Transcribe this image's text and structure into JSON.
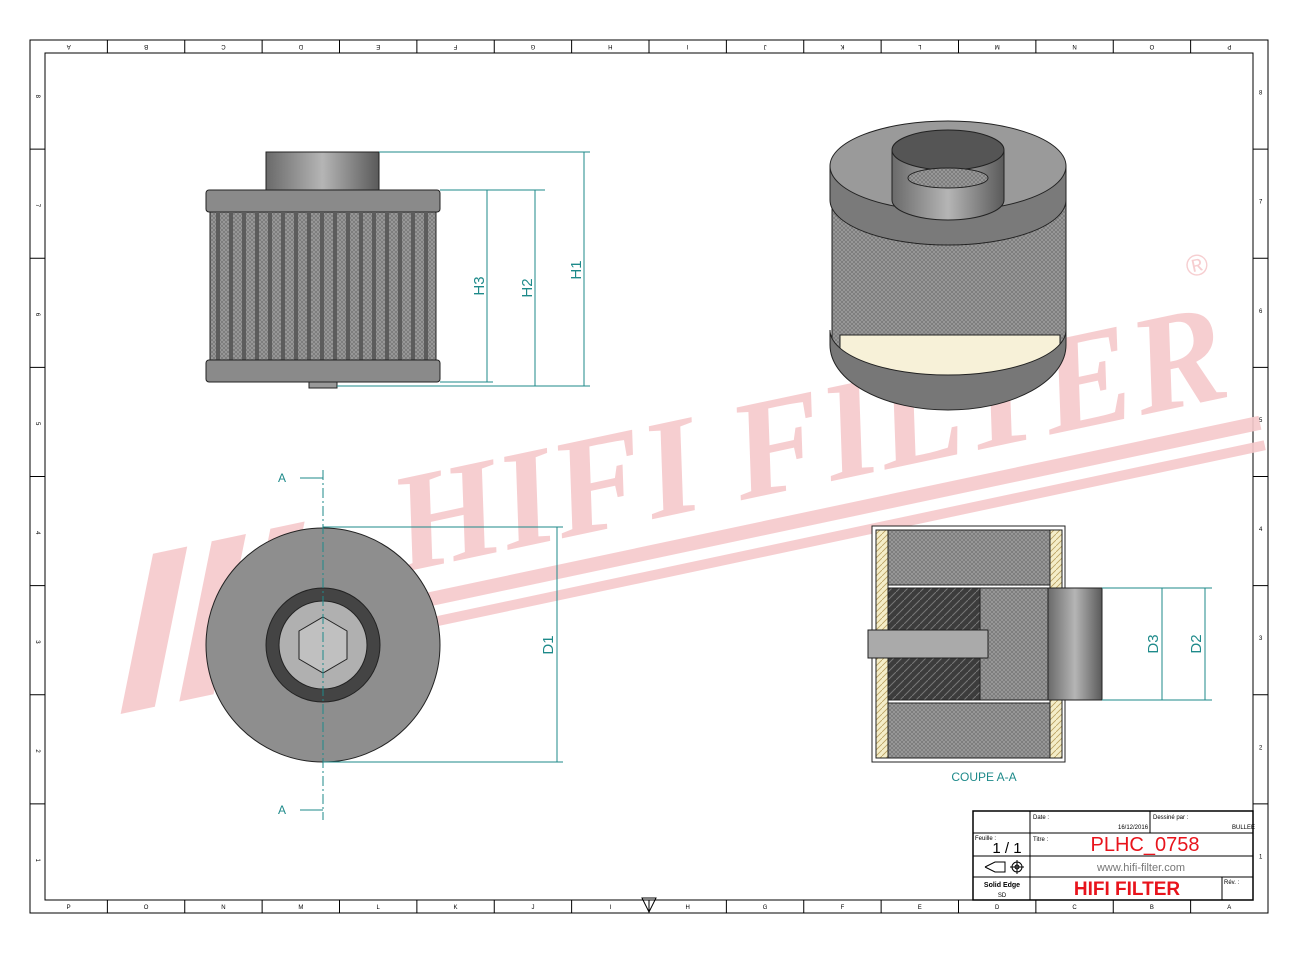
{
  "border": {
    "columns": [
      "P",
      "O",
      "N",
      "M",
      "L",
      "K",
      "J",
      "I",
      "H",
      "G",
      "F",
      "E",
      "D",
      "C",
      "B",
      "A"
    ],
    "rows": [
      "8",
      "7",
      "6",
      "5",
      "4",
      "3",
      "2",
      "1"
    ]
  },
  "watermark": {
    "text": "HIFI FILTER",
    "mark": "®",
    "color": "#f6c9cc"
  },
  "views": {
    "front": {
      "dims": [
        "H3",
        "H2",
        "H1"
      ]
    },
    "bottom": {
      "dim": "D1",
      "section_marks": [
        "A",
        "A"
      ]
    },
    "section": {
      "dims": [
        "D3",
        "D2"
      ],
      "caption": "COUPE A-A"
    }
  },
  "colors": {
    "dimension": "#1e8a8a",
    "title_red": "#e8141c",
    "part_gray": "#8c8c8c"
  },
  "title_block": {
    "date_label": "Date :",
    "date": "16/12/2016",
    "drawn_label": "Dessiné par :",
    "drawn_by": "BULLEE",
    "sheet_label": "Feuille :",
    "sheet": "1 / 1",
    "title_label": "Titre :",
    "title": "PLHC_0758",
    "website": "www.hifi-filter.com",
    "software": "Solid Edge",
    "software_sub": "SD",
    "company": "HIFI FILTER",
    "rev_label": "Rév. :"
  }
}
